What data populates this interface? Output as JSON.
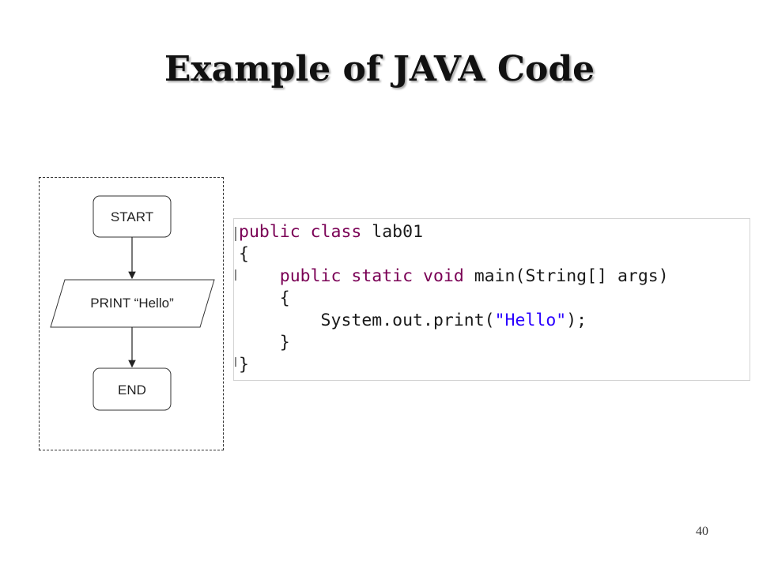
{
  "slide": {
    "title": "Example of JAVA Code",
    "page_number": "40"
  },
  "flowchart": {
    "start_label": "START",
    "process_label": "PRINT “Hello”",
    "end_label": "END"
  },
  "code": {
    "lines": [
      {
        "kw": "public class",
        "rest": " lab01"
      },
      {
        "text": "{"
      },
      {
        "indent": "    ",
        "kw": "public static void",
        "rest": " main(String[] args)"
      },
      {
        "text": "    {"
      },
      {
        "prefix": "        System.out.print(",
        "str": "\"Hello\"",
        "suffix": ");"
      },
      {
        "text": "    }"
      },
      {
        "text": "}"
      }
    ]
  },
  "colors": {
    "keyword": "#7a0055",
    "string": "#2a00ff"
  }
}
